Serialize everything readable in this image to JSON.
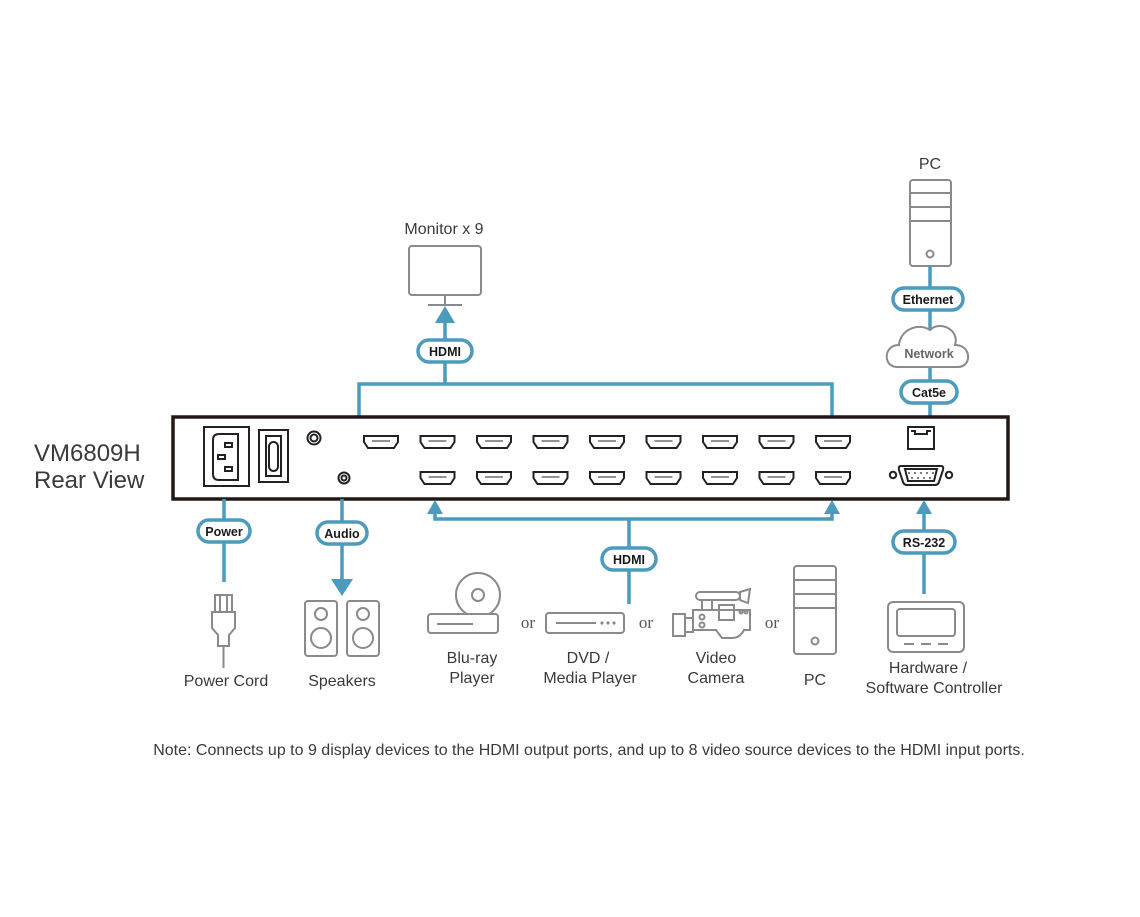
{
  "device": {
    "model": "VM6809H",
    "view": "Rear View"
  },
  "top_devices": {
    "monitor_label": "Monitor x 9",
    "pc_label": "PC"
  },
  "connections": {
    "hdmi_out": "HDMI",
    "hdmi_in": "HDMI",
    "ethernet": "Ethernet",
    "network": "Network",
    "cat5e": "Cat5e",
    "power": "Power",
    "audio": "Audio",
    "rs232": "RS-232"
  },
  "bottom_devices": {
    "power_cord": "Power Cord",
    "speakers": "Speakers",
    "bluray_line1": "Blu-ray",
    "bluray_line2": "Player",
    "dvd_line1": "DVD /",
    "dvd_line2": "Media Player",
    "camera_line1": "Video",
    "camera_line2": "Camera",
    "pc": "PC",
    "controller_line1": "Hardware /",
    "controller_line2": "Software Controller",
    "or": "or"
  },
  "ports": {
    "hdmi_output_count": 9,
    "hdmi_input_count": 8
  },
  "note": "Note: Connects up to 9 display devices to the HDMI output ports, and up to 8 video source devices to the HDMI input ports.",
  "colors": {
    "cable": "#4b9bbd",
    "device_outline": "#222222",
    "icon_gray": "#8a8a8a"
  }
}
